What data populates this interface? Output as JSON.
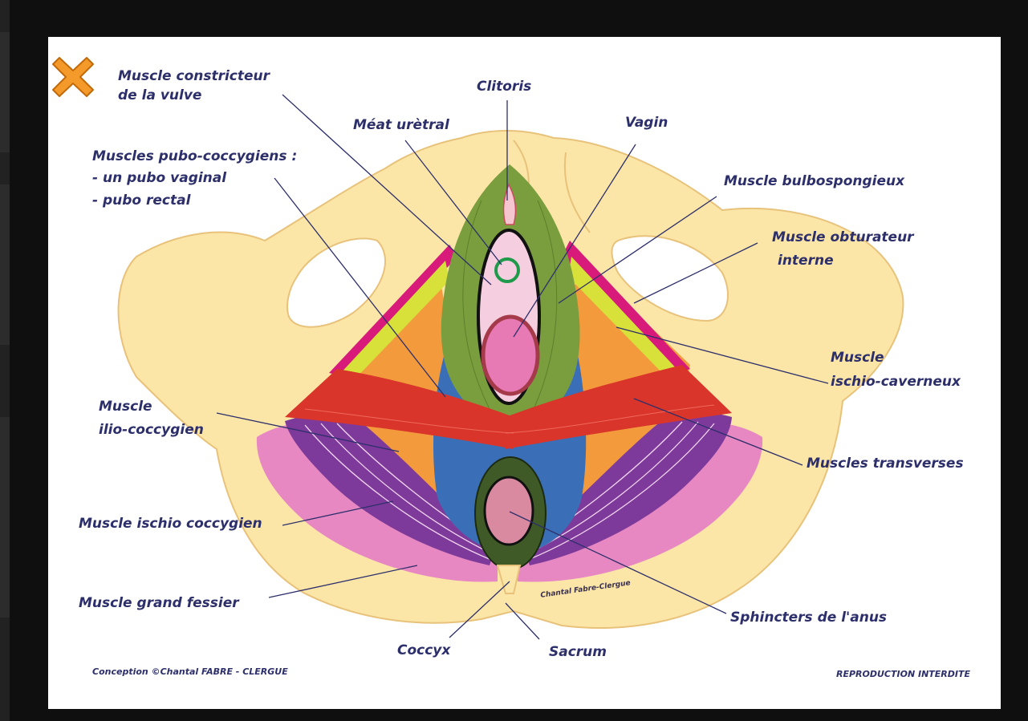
{
  "labels": {
    "constricteur_1": "Muscle constricteur",
    "constricteur_2": "de la vulve",
    "clitoris": "Clitoris",
    "meat": "Méat urètral",
    "vagin": "Vagin",
    "pubo_title": "Muscles pubo-coccygiens :",
    "pubo_1": "- un pubo vaginal",
    "pubo_2": "- pubo rectal",
    "bulbo": "Muscle bulbospongieux",
    "obturateur_1": "Muscle obturateur",
    "obturateur_2": "interne",
    "ischio_cav_1": "Muscle",
    "ischio_cav_2": "ischio-caverneux",
    "ilio_1": "Muscle",
    "ilio_2": "ilio-coccygien",
    "transverses": "Muscles transverses",
    "ischio_cocc": "Muscle ischio coccygien",
    "fessier": "Muscle grand fessier",
    "sphincters": "Sphincters  de l'anus",
    "coccyx": "Coccyx",
    "sacrum": "Sacrum",
    "watermark": "Chantal Fabre-Clergue"
  },
  "footer": {
    "left": "Conception ©Chantal FABRE - CLERGUE",
    "right": "REPRODUCTION INTERDITE"
  },
  "icons": {
    "close": "close-x-icon"
  },
  "colors": {
    "label_text": "#2d2f6b",
    "bone": "#fbe6a8",
    "bone_outline": "#e8c27a",
    "green": "#7a9e3e",
    "blue": "#3a6fb8",
    "red": "#d9352a",
    "orange": "#f39a3d",
    "purple": "#7d3a9a",
    "pink": "#e888c2",
    "magenta": "#d81b7a",
    "yellow_green": "#d8e03a",
    "close_icon": "#f39a2a"
  }
}
